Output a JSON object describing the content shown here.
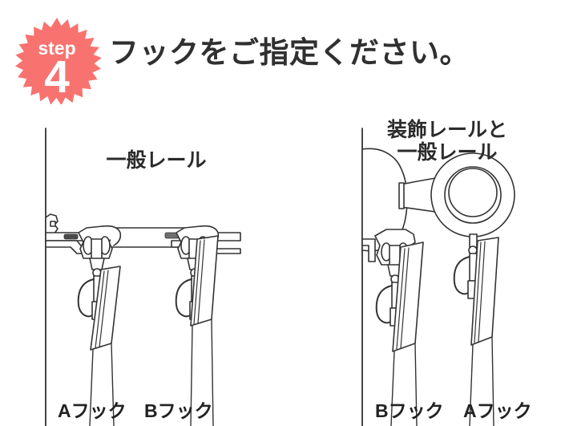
{
  "page": {
    "background_color": "#ffffff",
    "text_color": "#303030"
  },
  "header": {
    "badge": {
      "shape": "starburst",
      "fill_color": "#f8736f",
      "text_color": "#ffffff",
      "step_word": "step",
      "step_number": "4"
    },
    "title": "フックをご指定ください。"
  },
  "diagrams": {
    "general_rail": {
      "label": "一般レール",
      "line_color": "#333333",
      "fill_color": "#ffffff",
      "hooks": [
        {
          "position": "left",
          "label_tag": "A",
          "label_text": "フック",
          "full": "Aフック"
        },
        {
          "position": "right",
          "label_tag": "B",
          "label_text": "フック",
          "full": "Bフック"
        }
      ]
    },
    "decorative_rail": {
      "label_lines": [
        "装飾レールと",
        "一般レール"
      ],
      "line_color": "#333333",
      "fill_color": "#ffffff",
      "hooks": [
        {
          "position": "left",
          "label_tag": "B",
          "label_text": "フック",
          "full": "Bフック"
        },
        {
          "position": "right",
          "label_tag": "A",
          "label_text": "フック",
          "full": "Aフック"
        }
      ]
    }
  }
}
